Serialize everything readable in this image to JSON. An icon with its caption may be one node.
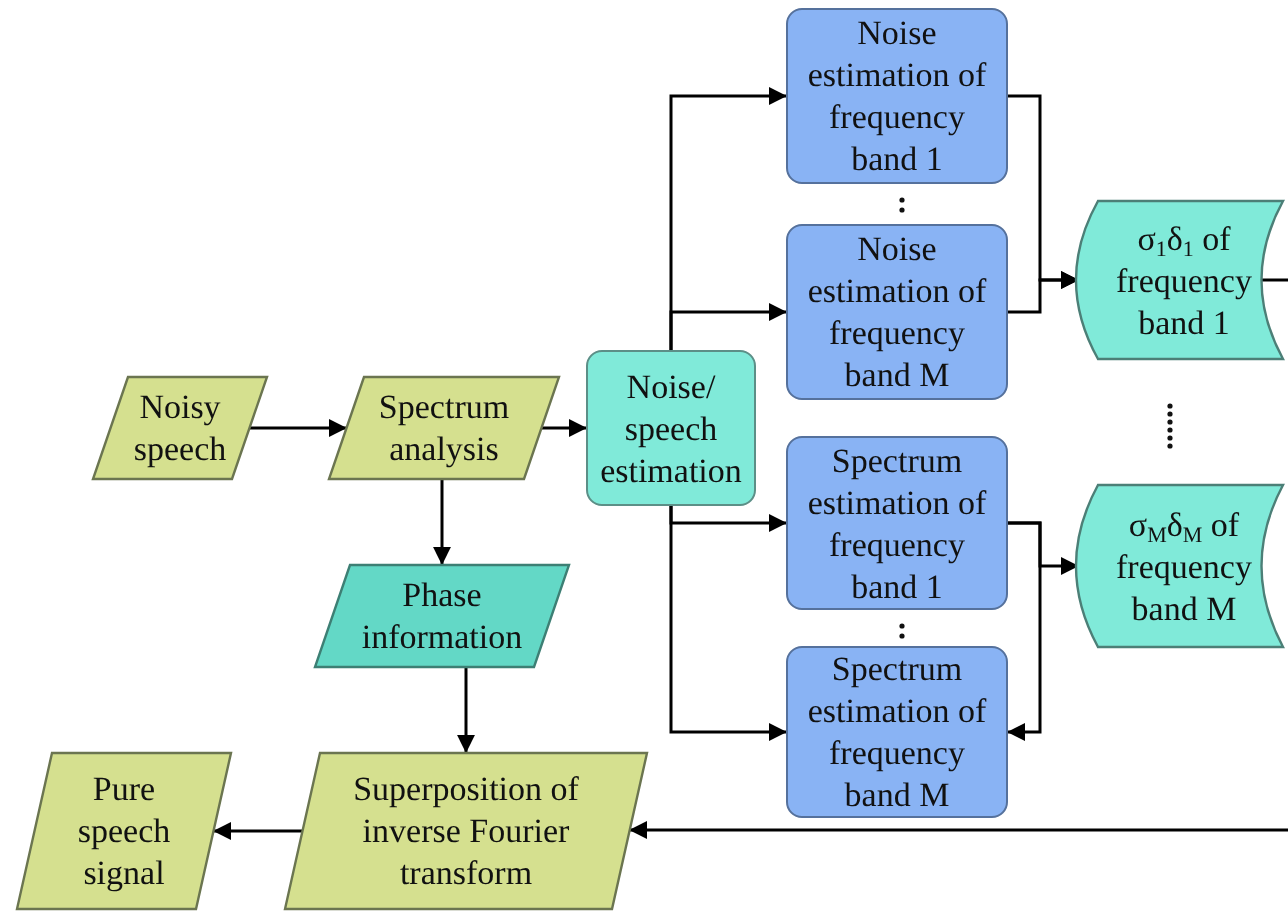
{
  "diagram": {
    "nodes": [
      {
        "text": [
          "Noisy speech"
        ]
      },
      {
        "text": [
          "Spectrum analysis"
        ]
      },
      {
        "text": [
          "Noise/ speech estimation"
        ]
      },
      {
        "text": [
          "Noise estimation of frequency band 1"
        ]
      },
      {
        "text": [
          "Noise estimation of frequency band M"
        ]
      },
      {
        "text": [
          "Spectrum estimation of frequency band 1"
        ]
      },
      {
        "text": [
          "Spectrum estimation of frequency band M"
        ]
      },
      {
        "text": [
          "σ$_{1}$δ$_{1}$ of frequency band 1"
        ]
      },
      {
        "text": [
          "σ$_{M}$δ$_{M}$ of frequency band M"
        ]
      },
      {
        "text": [
          "Phase information"
        ]
      },
      {
        "text": [
          "Superposition of inverse Fourier transform"
        ]
      },
      {
        "text": [
          "Pure speech signal"
        ]
      }
    ],
    "edges": [
      {
        "from": 0,
        "to": 1,
        "arrow": "to"
      },
      {
        "from": 1,
        "to": 2,
        "arrow": "to"
      },
      {
        "from": 2,
        "to": 3,
        "arrow": "to"
      },
      {
        "from": 2,
        "to": 4,
        "arrow": "to"
      },
      {
        "from": 2,
        "to": 5,
        "arrow": "to"
      },
      {
        "from": 2,
        "to": 6,
        "arrow": "to"
      },
      {
        "from": 3,
        "to": 7,
        "arrow": "to"
      },
      {
        "from": 4,
        "to": 7,
        "arrow": "to"
      },
      {
        "from": 5,
        "to": 8,
        "arrow": "to"
      },
      {
        "from": 5,
        "to": 6,
        "arrow": "to"
      },
      {
        "from": 7,
        "to": null,
        "arrow": "none"
      },
      {
        "from": null,
        "to": 10,
        "arrow": "to"
      },
      {
        "from": 1,
        "to": 9,
        "arrow": "to"
      },
      {
        "from": 9,
        "to": 10,
        "arrow": "to"
      },
      {
        "from": 10,
        "to": 11,
        "arrow": "to"
      }
    ]
  }
}
